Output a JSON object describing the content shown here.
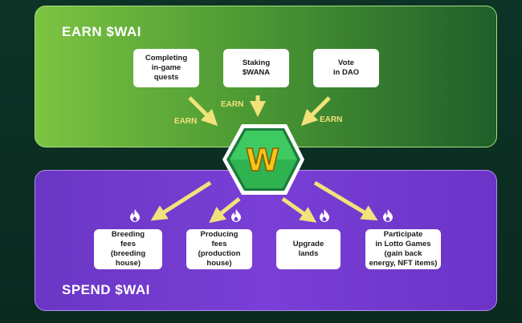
{
  "earn": {
    "title": "EARN $WAI",
    "cards": [
      {
        "label": "Completing\nin-game\nquests"
      },
      {
        "label": "Staking\n$WANA"
      },
      {
        "label": "Vote\nin DAO"
      }
    ],
    "arrow_label": "EARN"
  },
  "spend": {
    "title": "SPEND $WAI",
    "cards": [
      {
        "label": "Breeding\nfees\n(breeding\nhouse)"
      },
      {
        "label": "Producing\nfees\n(production\nhouse)"
      },
      {
        "label": "Upgrade\nlands"
      },
      {
        "label": "Participate\nin Lotto Games\n(gain back\nenergy, NFT items)"
      }
    ]
  },
  "colors": {
    "arrow": "#f1e27a",
    "fire": "#ffffff",
    "earn_bg": "#4d9a34",
    "spend_bg": "#7a3fd6",
    "logo_green": "#2ecc71",
    "logo_letter": "#f5c518"
  },
  "icons": {
    "logo": "wai-token-logo",
    "fire": "fire-icon"
  }
}
